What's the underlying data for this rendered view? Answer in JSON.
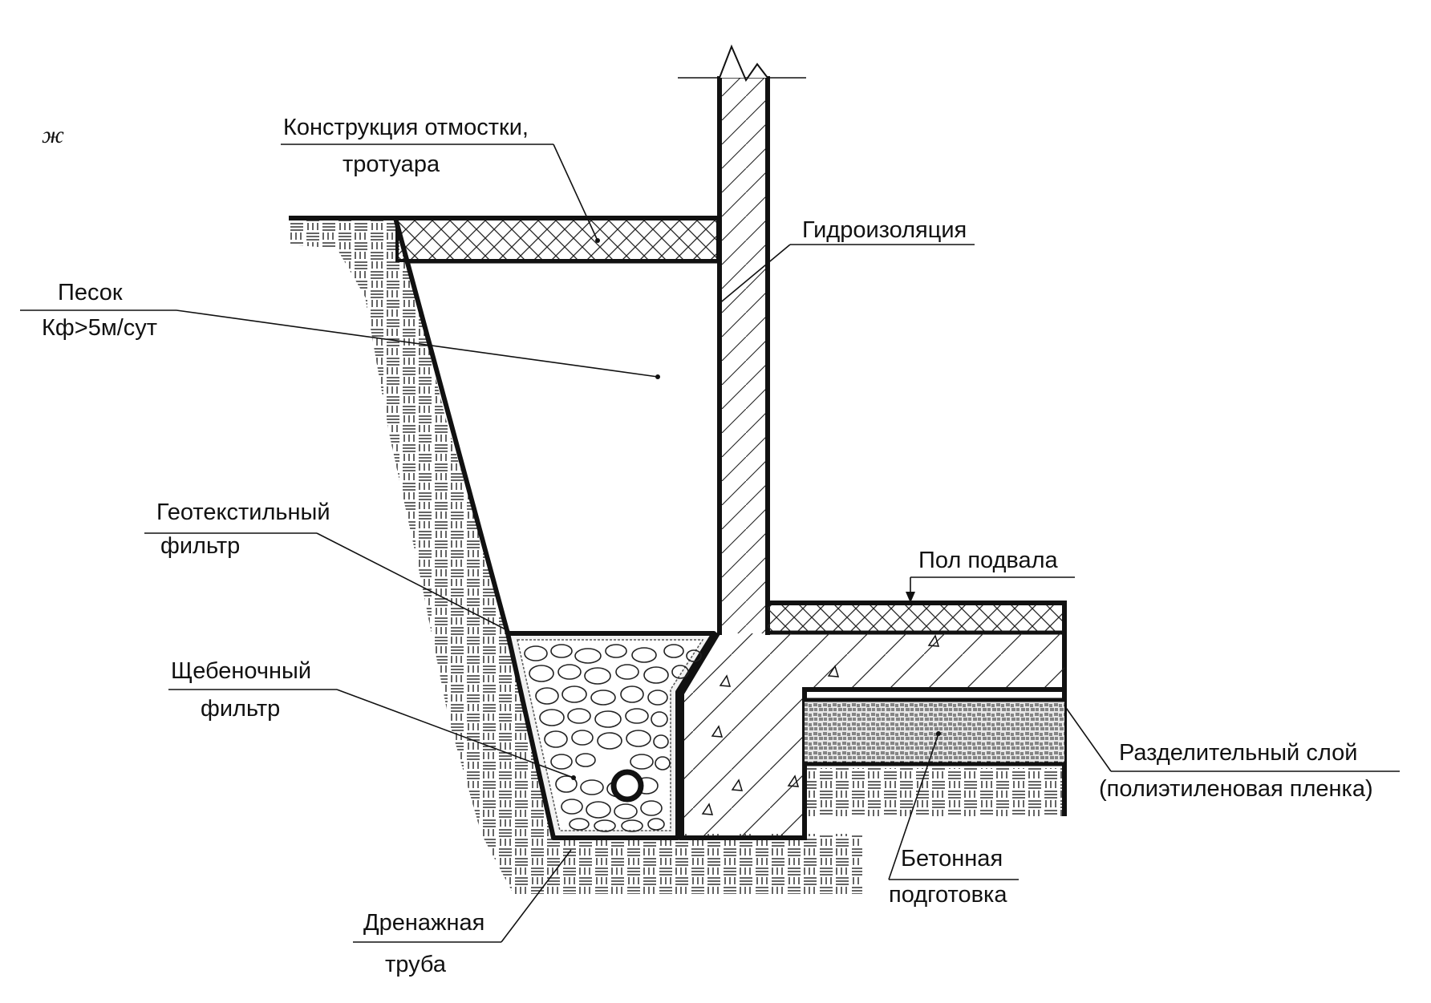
{
  "figure_letter": "ж",
  "labels": {
    "otmostka_line1": "Конструкция отмостки,",
    "otmostka_line2": "тротуара",
    "gidroizolyaciya": "Гидроизоляция",
    "pesok_line1": "Песок",
    "pesok_line2": "Кф>5м/сут",
    "geotextile_line1": "Геотекстильный",
    "geotextile_line2": "фильтр",
    "pol_podvala": "Пол подвала",
    "scheben_line1": "Щебеночный",
    "scheben_line2": "фильтр",
    "razdel_line1": "Разделительный слой",
    "razdel_line2": "(полиэтиленовая пленка)",
    "beton_line1": "Бетонная",
    "beton_line2": "подготовка",
    "drenazh_line1": "Дренажная",
    "drenazh_line2": "труба"
  }
}
